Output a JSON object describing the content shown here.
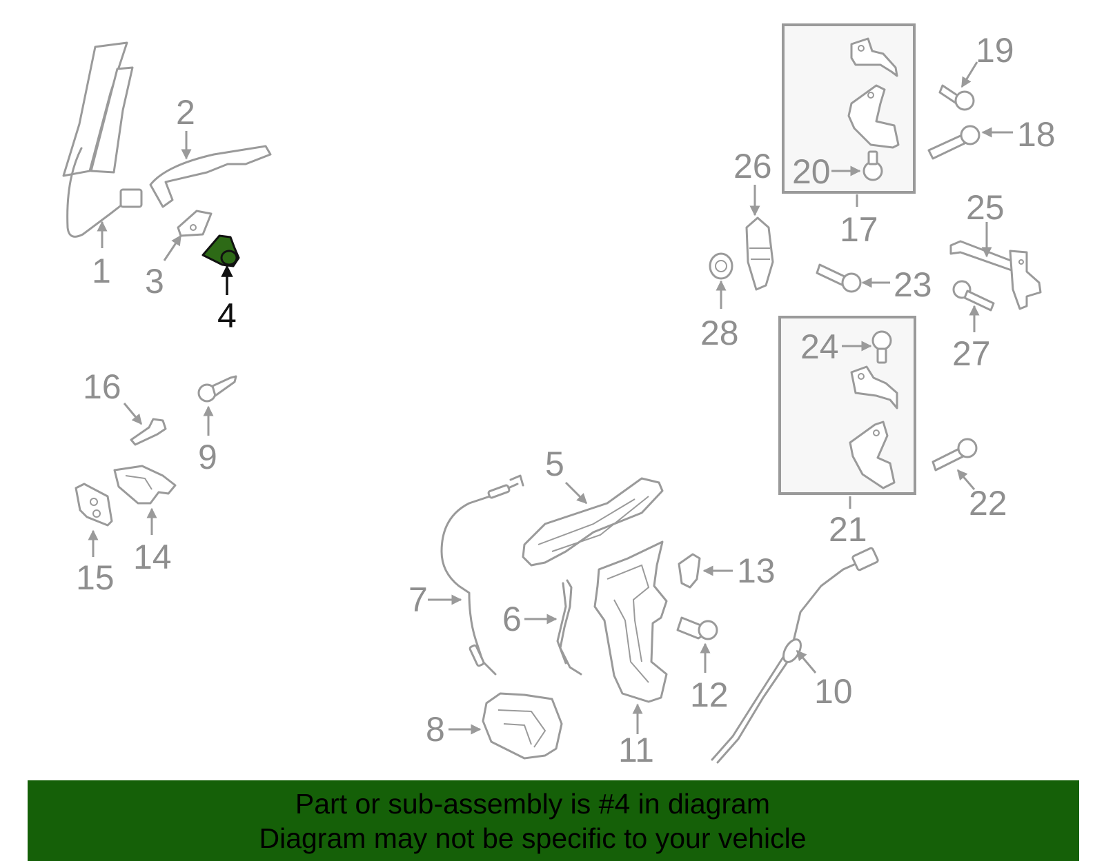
{
  "highlighted_part": "4",
  "banner": {
    "line1": "Part or sub-assembly is #4 in diagram",
    "line2": "Diagram may not be specific to your vehicle"
  },
  "callouts": {
    "c1": "1",
    "c2": "2",
    "c3": "3",
    "c4": "4",
    "c5": "5",
    "c6": "6",
    "c7": "7",
    "c8": "8",
    "c9": "9",
    "c10": "10",
    "c11": "11",
    "c12": "12",
    "c13": "13",
    "c14": "14",
    "c15": "15",
    "c16": "16",
    "c17": "17",
    "c18": "18",
    "c19": "19",
    "c20": "20",
    "c21": "21",
    "c22": "22",
    "c23": "23",
    "c24": "24",
    "c25": "25",
    "c26": "26",
    "c27": "27",
    "c28": "28"
  },
  "colors": {
    "highlight_fill": "#2d6a16",
    "banner_bg": "#156008",
    "line_gray": "#9a9a9a"
  }
}
